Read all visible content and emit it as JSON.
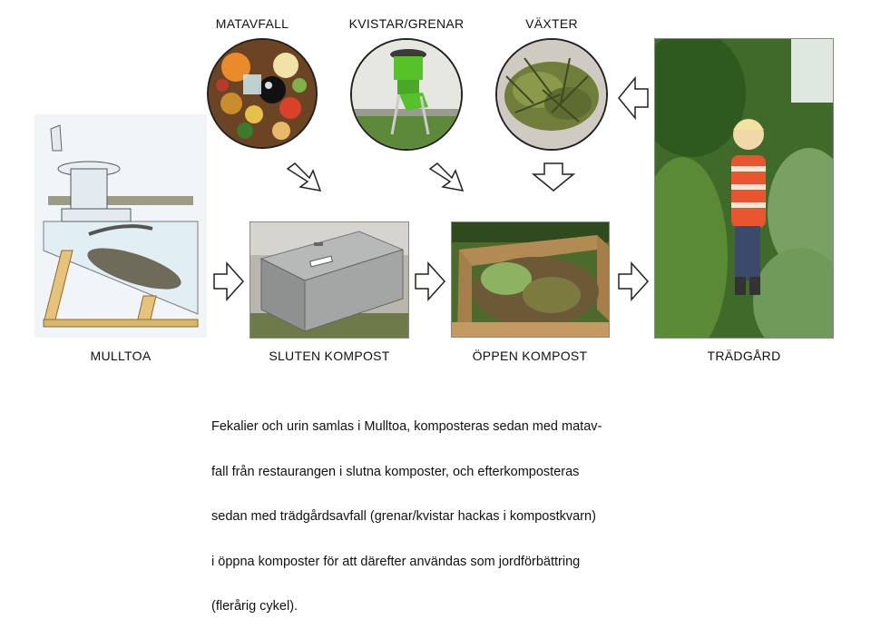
{
  "inputs": [
    {
      "id": "matavfall",
      "label": "MATAVFALL"
    },
    {
      "id": "kvistar",
      "label": "KVISTAR/GRENAR"
    },
    {
      "id": "vaxter",
      "label": "VÄXTER"
    }
  ],
  "stages": [
    {
      "id": "mulltoa",
      "label": "MULLTOA"
    },
    {
      "id": "sluten",
      "label": "SLUTEN KOMPOST"
    },
    {
      "id": "oppen",
      "label": "ÖPPEN KOMPOST"
    },
    {
      "id": "tradgard",
      "label": "TRÄDGÅRD"
    }
  ],
  "caption_lines": [
    "Fekalier och urin samlas i Mulltoa, komposteras sedan med matav-",
    "fall från restaurangen i slutna komposter, och efterkomposteras",
    "sedan med trädgårdsavfall (grenar/kvistar hackas i kompostkvarn)",
    "i öppna komposter för att därefter användas som jordförbättring",
    "(flerårig cykel)."
  ],
  "colors": {
    "arrow_stroke": "#222222",
    "arrow_fill": "#ffffff",
    "shredder_green": "#55c22a"
  }
}
